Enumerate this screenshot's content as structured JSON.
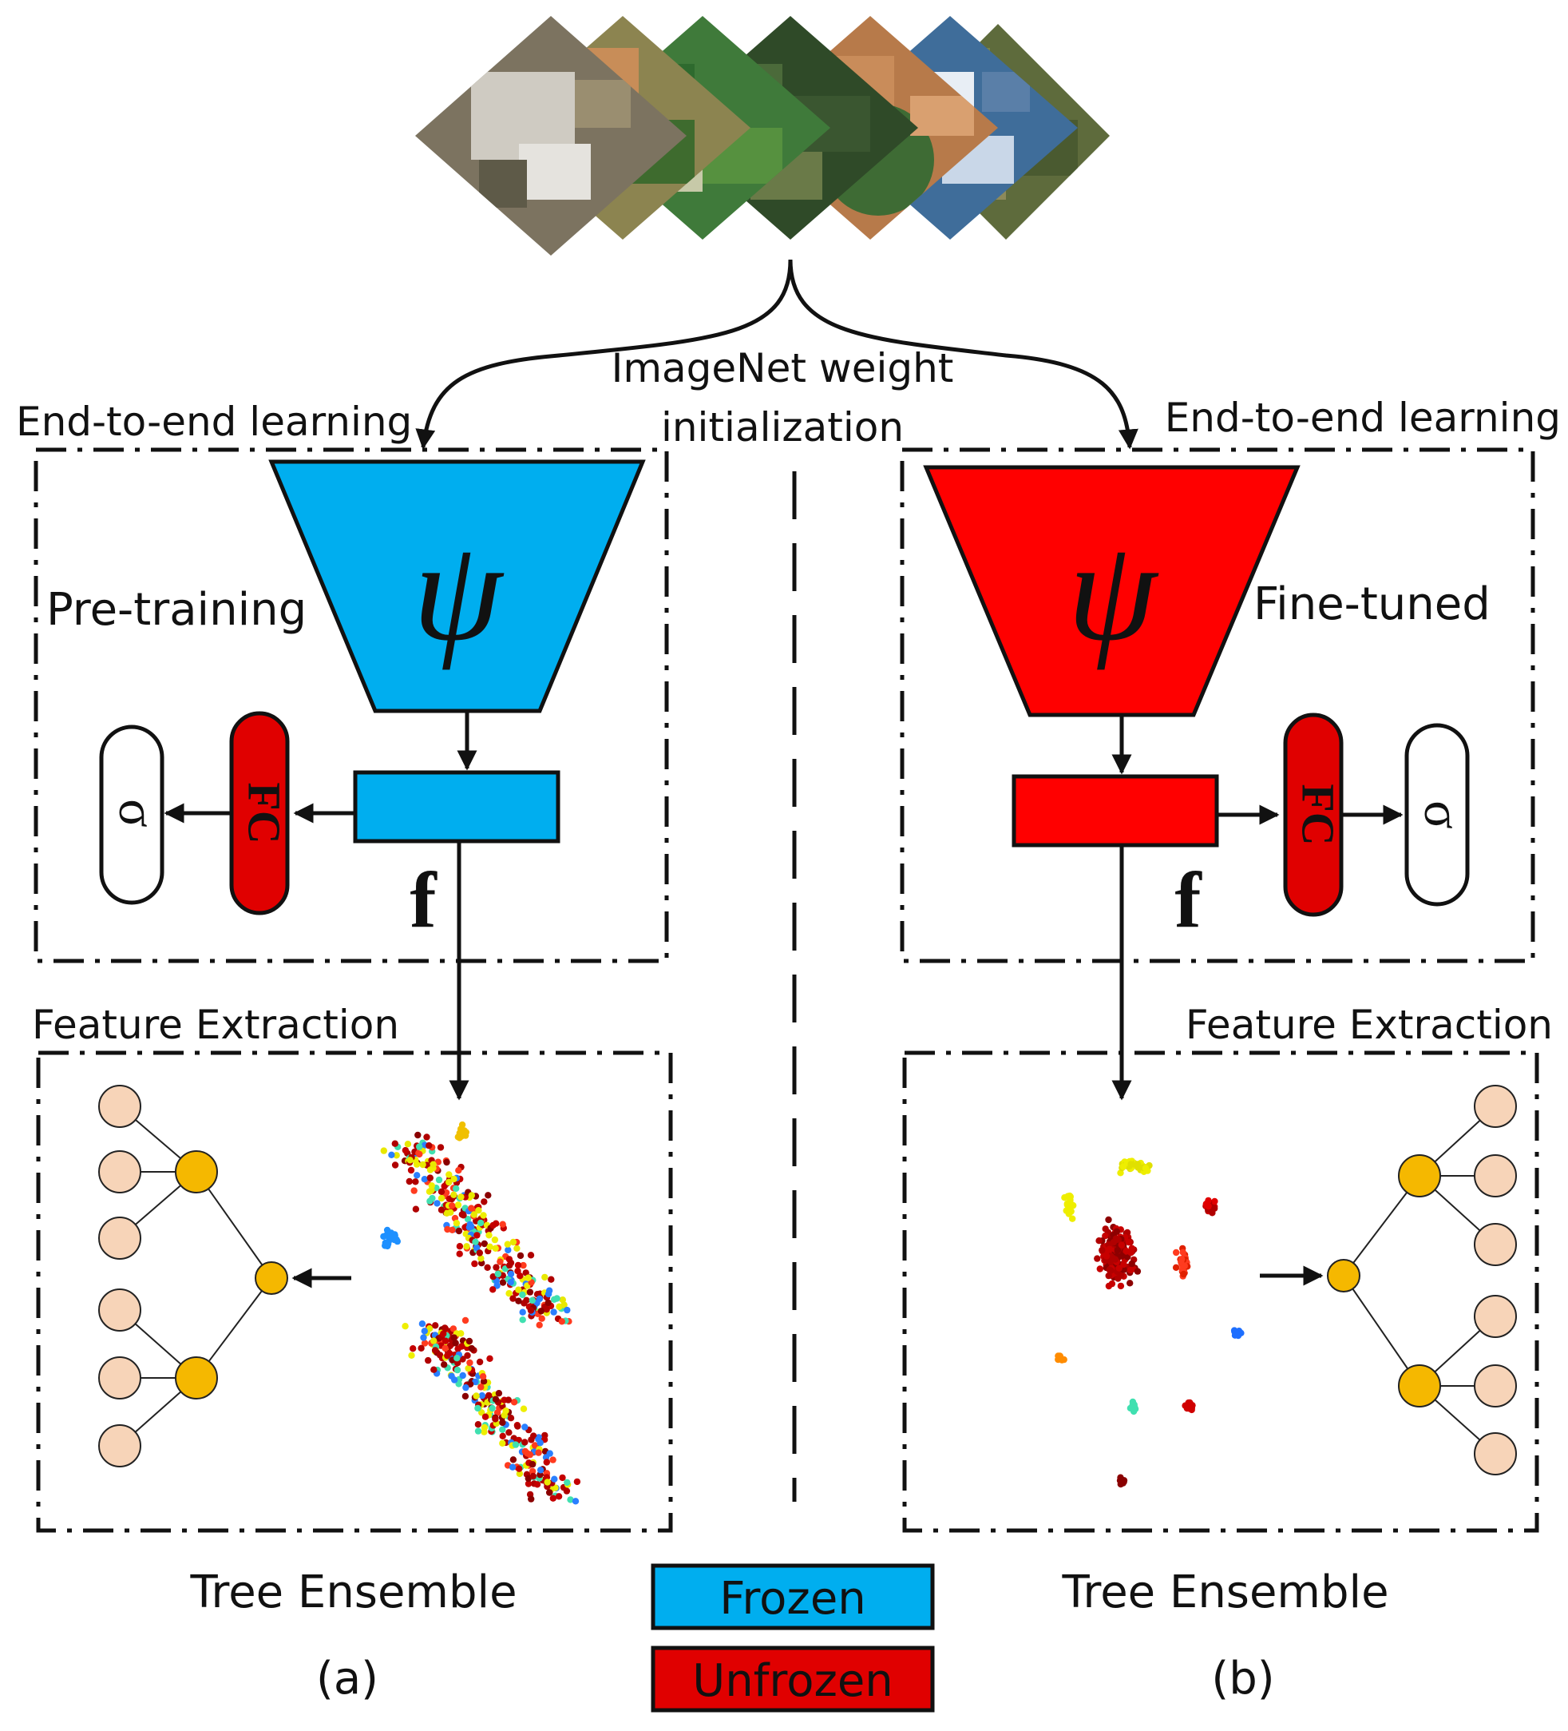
{
  "top_label": [
    "ImageNet weight",
    "initialization"
  ],
  "panels": {
    "a": {
      "box_label": "End-to-end learning",
      "stage_label": "Pre-training",
      "encoder_symbol": "ψ",
      "feature_symbol": "f",
      "fc_label": "FC",
      "softmax_symbol": "σ",
      "extraction_label": "Feature Extraction",
      "ensemble_label": "Tree Ensemble",
      "caption": "(a)"
    },
    "b": {
      "box_label": "End-to-end learning",
      "stage_label": "Fine-tuned",
      "encoder_symbol": "ψ",
      "feature_symbol": "f",
      "fc_label": "FC",
      "softmax_symbol": "σ",
      "extraction_label": "Feature Extraction",
      "ensemble_label": "Tree Ensemble",
      "caption": "(b)"
    }
  },
  "legend": [
    {
      "label": "Frozen",
      "color": "#00AEEF"
    },
    {
      "label": "Unfrozen",
      "color": "#E00000"
    }
  ],
  "colors": {
    "frozen": "#00AEEF",
    "unfrozen": "#FF0000",
    "fc": "#E00000",
    "leaf_node": "#F7D4B8",
    "inner_node": "#F5B800"
  }
}
